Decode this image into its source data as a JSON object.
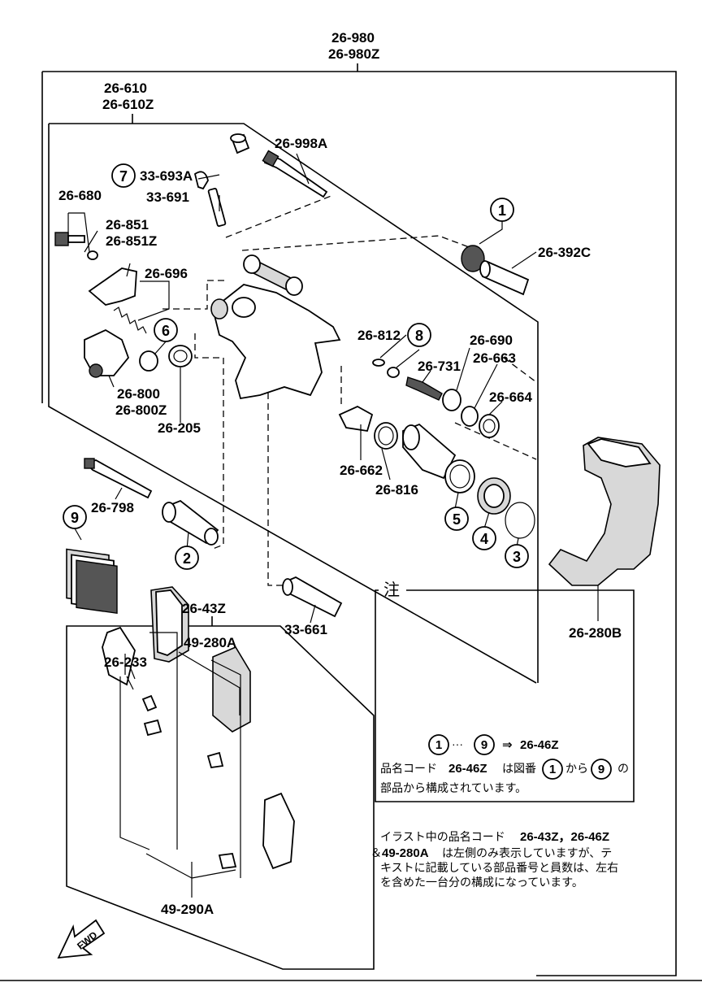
{
  "labels": {
    "assembly_1": "26-980",
    "assembly_2": "26-980Z",
    "caliper_1": "26-610",
    "caliper_2": "26-610Z",
    "bolt_top": "26-998A",
    "bleeder_cap": "33-693A",
    "bleeder_screw": "33-691",
    "bolt_washer": "26-680",
    "bracket_1": "26-851",
    "bracket_2": "26-851Z",
    "spring": "26-696",
    "lever_1": "26-800",
    "lever_2": "26-800Z",
    "seal_ring": "26-205",
    "guide_pin_upper": "26-392C",
    "oring_small": "26-812",
    "adjuster_bolt": "26-731",
    "adjuster_nut": "26-690",
    "washer_663": "26-663",
    "spring_664": "26-664",
    "ring_662": "26-662",
    "snap_ring": "26-816",
    "bolt_long": "26-798",
    "guide_pin_lower": "33-661",
    "mount_bracket": "26-280B",
    "pad_set": "26-43Z",
    "shim": "26-233",
    "pad_kit_upper": "49-280A",
    "pad_kit_lower": "49-290A",
    "fwd": "FWD"
  },
  "callouts": {
    "c1": "1",
    "c2": "2",
    "c3": "3",
    "c4": "4",
    "c5": "5",
    "c6": "6",
    "c7": "7",
    "c8": "8",
    "c9": "9"
  },
  "note_box": {
    "title": "注",
    "range_start": "1",
    "range_dots": "···",
    "range_end": "9",
    "arrow": "⇒",
    "kit_code": "26-46Z",
    "line2_prefix": "品名コード",
    "line2_code": "26-46Z",
    "line2_mid": "は図番",
    "line2_from": "1",
    "line2_kara": "から",
    "line2_to": "9",
    "line2_no": "の",
    "line3": "部品から構成されています。"
  },
  "footnote": {
    "line1_prefix": "イラスト中の品名コード",
    "line1_codes": "26-43Z，26-46Z",
    "line2_amp": "＆",
    "line2_code": "49-280A",
    "line2_rest": "は左側のみ表示していますが、テ",
    "line3": "キストに記載している部品番号と員数は、左右",
    "line4": "を含めた一台分の構成になっています。"
  }
}
